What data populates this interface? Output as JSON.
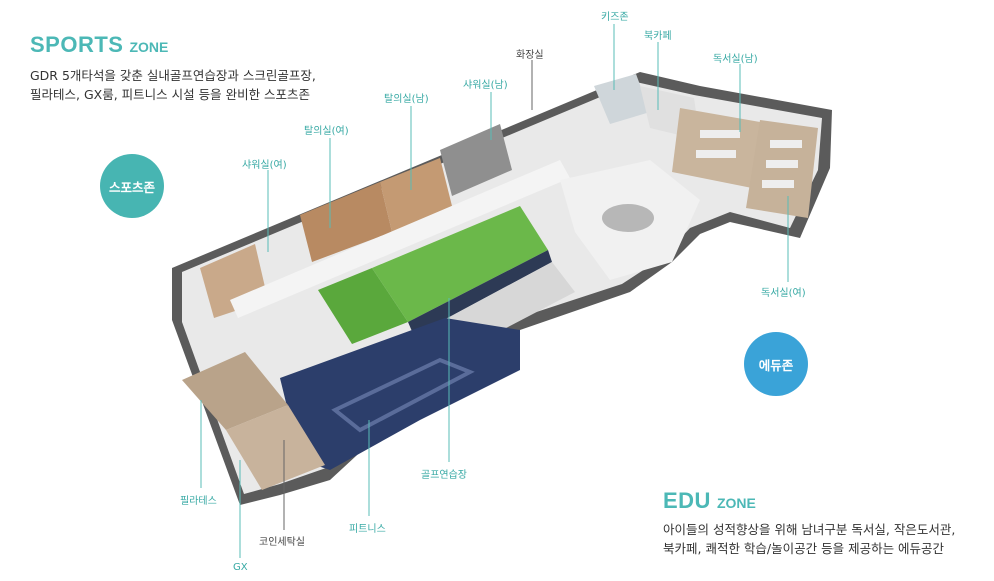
{
  "sports": {
    "title": "SPORTS",
    "zone_word": "ZONE",
    "desc_line1": "GDR 5개타석을 갖춘 실내골프연습장과 스크린골프장,",
    "desc_line2": "필라테스, GX룸, 피트니스 시설 등을 완비한 스포츠존",
    "badge": "스포츠존"
  },
  "edu": {
    "title": "EDU",
    "zone_word": "ZONE",
    "desc_line1": "아이들의 성적향상을 위해 남녀구분 독서실, 작은도서관,",
    "desc_line2": "북카페, 쾌적한 학습/놀이공간 등을 제공하는 에듀공간",
    "badge": "에듀존"
  },
  "labels": {
    "kids_zone": "키즈존",
    "book_cafe": "북카페",
    "restroom": "화장실",
    "reading_male": "독서실(남)",
    "reading_female": "독서실(여)",
    "shower_male": "샤워실(남)",
    "locker_male": "탈의실(남)",
    "locker_female": "탈의실(여)",
    "shower_female": "샤워실(여)",
    "golf_practice": "골프연습장",
    "pilates": "필라테스",
    "gx": "GX",
    "coin_laundry": "코인세탁실",
    "fitness": "피트니스"
  },
  "colors": {
    "teal": "#4cb8b6",
    "sports_badge": "#47b5b2",
    "edu_badge": "#3aa3d8",
    "golf_green": "#5aa83c",
    "fitness_navy": "#2c3e6b"
  }
}
